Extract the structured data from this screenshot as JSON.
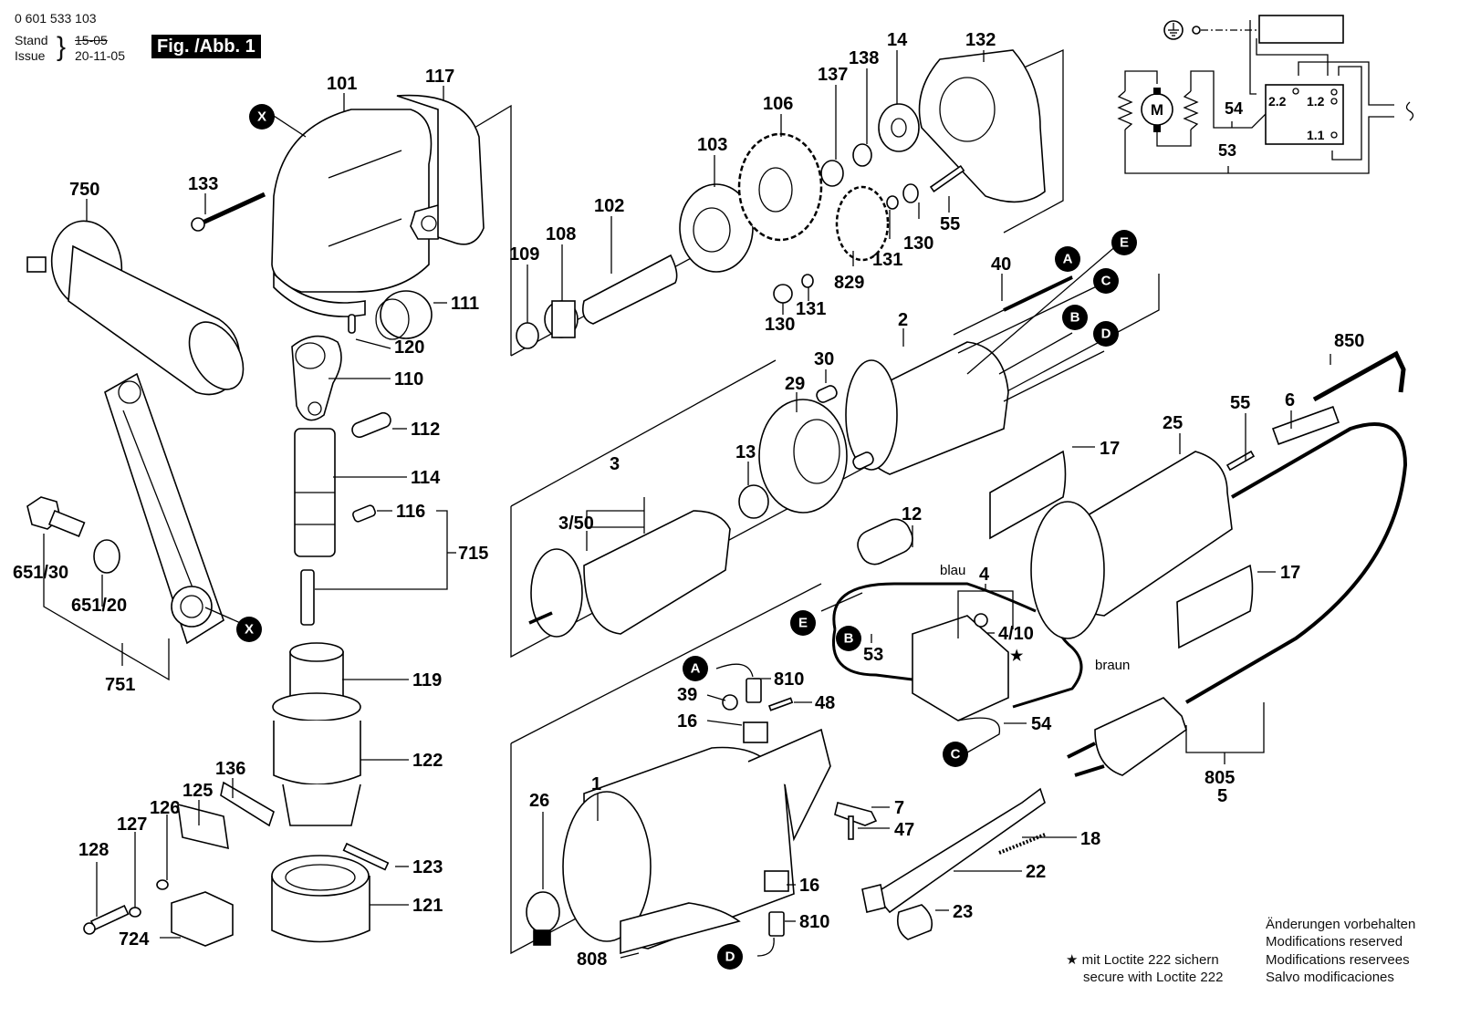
{
  "header": {
    "part_number": "0 601 533 103",
    "stand_label": "Stand",
    "issue_label": "Issue",
    "stand_date_struck": "15-05",
    "issue_date": "20-11-05",
    "figure_label": "Fig. /Abb. 1"
  },
  "callout_markers": {
    "X": "X",
    "A": "A",
    "B": "B",
    "C": "C",
    "D": "D",
    "E": "E"
  },
  "part_labels": {
    "p101": "101",
    "p117": "117",
    "p133": "133",
    "p750": "750",
    "p111": "111",
    "p120": "120",
    "p110": "110",
    "p112": "112",
    "p114": "114",
    "p116": "116",
    "p715": "715",
    "p651_30": "651/30",
    "p651_20": "651/20",
    "p751": "751",
    "p119": "119",
    "p122": "122",
    "p136": "136",
    "p125": "125",
    "p126": "126",
    "p127": "127",
    "p128": "128",
    "p123": "123",
    "p121": "121",
    "p724": "724",
    "p109": "109",
    "p108": "108",
    "p102": "102",
    "p103": "103",
    "p106": "106",
    "p137": "137",
    "p138": "138",
    "p14": "14",
    "p132": "132",
    "p130a": "130",
    "p131a": "131",
    "p829": "829",
    "p131b": "131",
    "p130b": "130",
    "p55a": "55",
    "p40": "40",
    "p2": "2",
    "p30": "30",
    "p29": "29",
    "p13": "13",
    "p3": "3",
    "p3_50": "3/50",
    "p12": "12",
    "p4": "4",
    "p4_10": "4/10",
    "p53": "53",
    "p54": "54",
    "p810a": "810",
    "p39": "39",
    "p48": "48",
    "p16a": "16",
    "p1": "1",
    "p26": "26",
    "p16b": "16",
    "p810b": "810",
    "p808": "808",
    "p7": "7",
    "p47": "47",
    "p18": "18",
    "p22": "22",
    "p23": "23",
    "p850": "850",
    "p6": "6",
    "p55b": "55",
    "p25": "25",
    "p17a": "17",
    "p17b": "17",
    "p805": "805",
    "p5": "5"
  },
  "wire_labels": {
    "blue": "blau",
    "brown": "braun",
    "loctite_star": "★"
  },
  "schematic": {
    "motor": "M",
    "wire_54": "54",
    "wire_53": "53",
    "terminal_22": "2.2",
    "terminal_12": "1.2",
    "terminal_11": "1.1",
    "ground_icon": "ground-symbol",
    "plug_icon": "mains-plug"
  },
  "notes": {
    "loctite_de": "★ mit Loctite 222 sichern",
    "loctite_en": "secure with Loctite 222",
    "mods_de": "Änderungen vorbehalten",
    "mods_en": "Modifications reserved",
    "mods_fr": "Modifications reservees",
    "mods_es": "Salvo modificaciones"
  }
}
